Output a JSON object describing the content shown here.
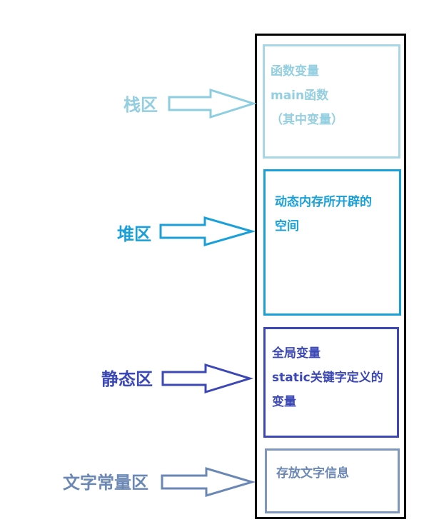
{
  "regions": [
    {
      "id": "stack",
      "label": "栈区",
      "lines": [
        "函数变量",
        "main函数",
        "（其中变量）"
      ],
      "color": "#93cfe0",
      "border_color": "#a8d6e6",
      "arrow_color": "#8ccde0"
    },
    {
      "id": "heap",
      "label": "堆区",
      "lines": [
        "动态内存所开辟的",
        "空间"
      ],
      "color": "#1aa0d8",
      "border_color": "#1aa0d8",
      "arrow_color": "#1aa0d8"
    },
    {
      "id": "static",
      "label": "静态区",
      "lines": [
        "全局变量",
        "static关键字定义的",
        "变量"
      ],
      "color": "#3b48b5",
      "border_color": "#3b48b5",
      "arrow_color": "#3b48b5"
    },
    {
      "id": "literal",
      "label": "文字常量区",
      "lines": [
        "存放文字信息"
      ],
      "color": "#6b88b5",
      "border_color": "#7f97bd",
      "arrow_color": "#6b88b5"
    }
  ]
}
